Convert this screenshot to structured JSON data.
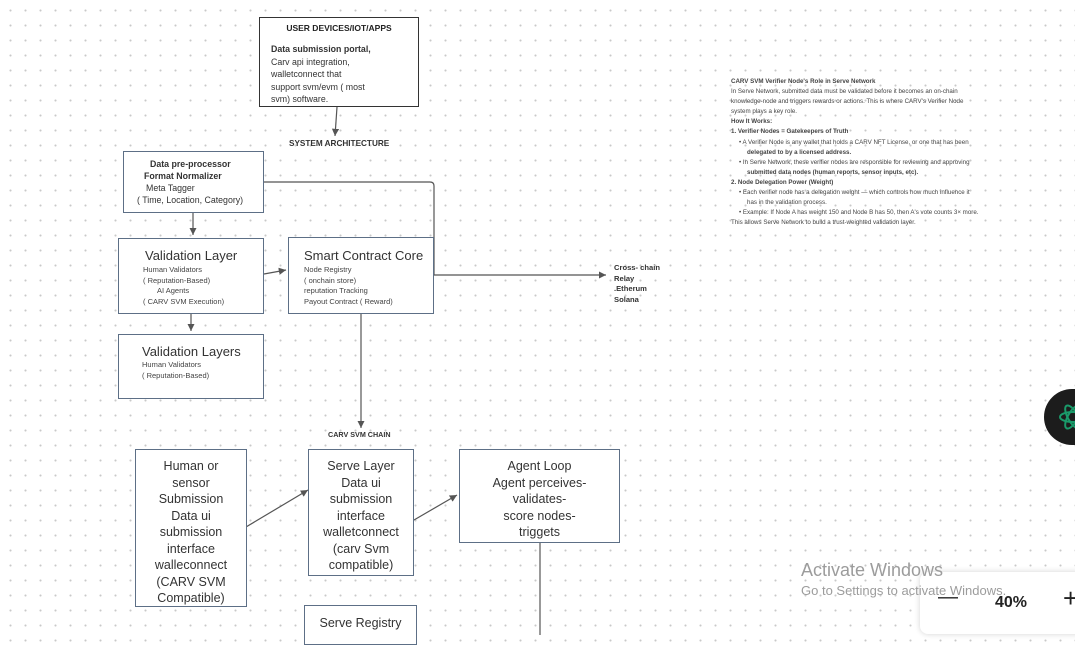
{
  "top_box": {
    "title": "USER DEVICES/IOT/APPS",
    "line1": "Data submission portal,",
    "line2": "Carv api integration,",
    "line3": "walletconnect that",
    "line4": "support svm/evm ( most",
    "line5": "svm) software."
  },
  "system_architecture": "SYSTEM ARCHITECTURE",
  "preprocessor": {
    "line1": "Data pre-processor",
    "line2": "Format Normalizer",
    "line3": "Meta Tagger",
    "line4": "( Time, Location, Category)"
  },
  "validation_layer": {
    "title": "Validation Layer",
    "line1": "Human Validators",
    "line2": "( Reputation-Based)",
    "line3": "AI Agents",
    "line4": "( CARV SVM Execution)"
  },
  "smart_contract": {
    "title": "Smart Contract Core",
    "line1": "Node Registry",
    "line2": "( onchain store)",
    "line3": "reputation Tracking",
    "line4": "Payout Contract ( Reward)"
  },
  "cross_chain": {
    "line1": "Cross- chain",
    "line2": "Relay",
    "line3": ".Etherum",
    "line4": "Solana"
  },
  "validation_layers": {
    "title": "Validation Layers",
    "line1": "Human Validators",
    "line2": "( Reputation-Based)"
  },
  "carv_chain_label": "CARV SVM CHAIN",
  "human_sensor": {
    "lines": [
      "Human or",
      "sensor",
      "Submission",
      "Data ui",
      "submission",
      "interface",
      "walleconnect",
      "(CARV SVM",
      "Compatible)"
    ]
  },
  "serve_layer": {
    "lines": [
      "Serve Layer",
      "Data ui",
      "submission",
      "interface",
      "walletconnect",
      "(carv Svm",
      "compatible)"
    ]
  },
  "agent_loop": {
    "lines": [
      "Agent Loop",
      "Agent perceives-",
      "validates-",
      "score nodes-",
      "triggets"
    ]
  },
  "serve_registry": "Serve Registry",
  "note": {
    "title": "CARV SVM Verifier Node's Role in Serve Network",
    "p1": "In Serve Network, submitted data must be validated before it becomes an on-chain",
    "p2": "knowledge-node and triggers rewards or actions. This is where CARV's Verifier Node",
    "p3": "system plays a key role.",
    "how": "How It Works:",
    "h1": "1. Verifier Nodes = Gatekeepers of Truth",
    "b1a": "A Verifier Node is any wallet that holds a CARV NFT License, or one that has been",
    "b1b": "delegated to by a licensed address.",
    "b2a": "In Serve Network, these verifier nodes are responsible for reviewing and approving",
    "b2b": "submitted data nodes (human reports, sensor inputs, etc).",
    "h2": "2. Node Delegation Power (Weight)",
    "b3a": "Each verifier node has a delegation weight — which controls how much influence it",
    "b3b": "has in the validation process.",
    "b4": "Example: If Node A has weight 150 and Node B has 50, then A's vote counts 3× more.",
    "end": "This allows Serve Network to build a trust-weighted validation layer."
  },
  "watermark": {
    "line1": "Activate Windows",
    "line2": "Go to Settings to activate Windows."
  },
  "zoom": {
    "minus": "—",
    "value": "40%",
    "plus": "+"
  },
  "colors": {
    "box_border": "#5d6f86",
    "arrow": "#555555",
    "widget_accent": "#1a9a6a"
  }
}
